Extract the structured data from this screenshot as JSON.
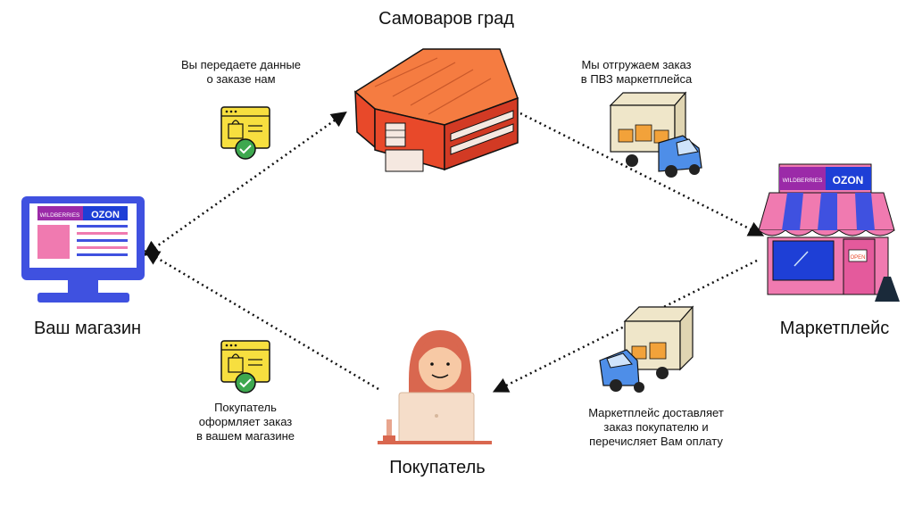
{
  "nodes": {
    "warehouse": "Самоваров град",
    "shop": "Ваш магазин",
    "marketplace": "Маркетплейс",
    "buyer": "Покупатель"
  },
  "steps": {
    "send_data": "Вы передаете данные\nо заказе нам",
    "ship_to_pvz": "Мы отгружаем заказ\nв ПВЗ маркетплейса",
    "deliver": "Маркетплейс доставляет\nзаказ покупателю и\nперечисляет Вам оплату",
    "place_order": "Покупатель\nоформляет заказ\nв вашем магазине"
  },
  "brands": {
    "wb": "WILDBERRIES",
    "ozon": "OZON",
    "open_sign": "OPEN"
  },
  "colors": {
    "blue": "#3f51e0",
    "pink": "#f07ab0",
    "orange": "#f57c41",
    "yellow": "#f7df3f",
    "green": "#3ea84f",
    "wb_purple": "#9b2aa8",
    "ozon_blue": "#1e3fd6"
  }
}
